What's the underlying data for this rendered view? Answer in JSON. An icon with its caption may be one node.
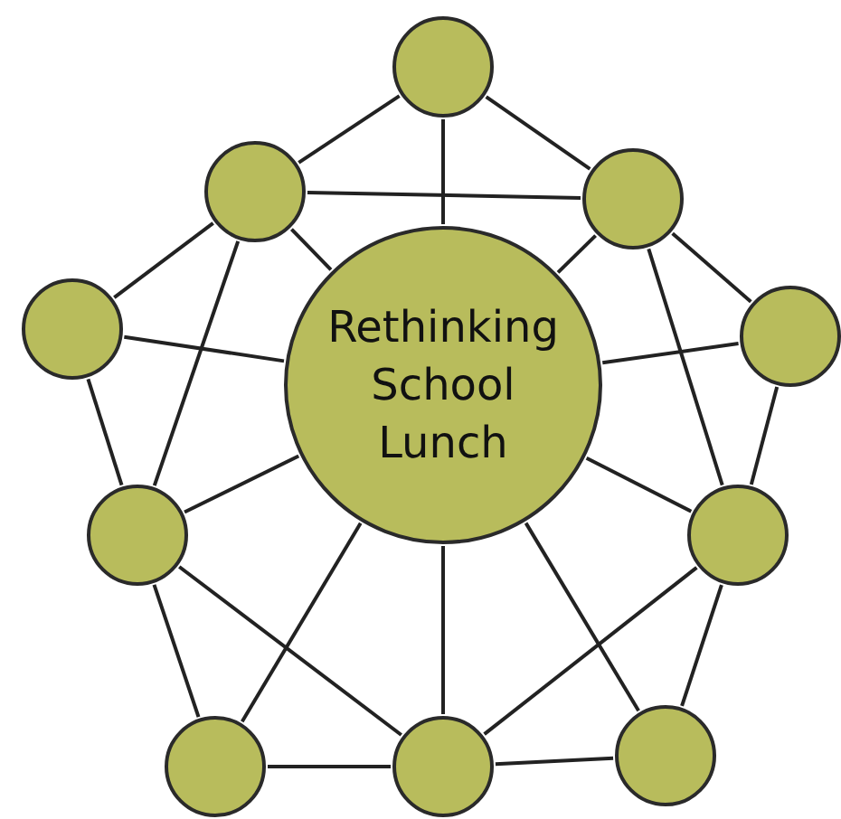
{
  "diagram": {
    "nodes": [
      {
        "text": [
          "Rethinking School Lunch"
        ]
      },
      {
        "text": [],
        "shape": "circle"
      },
      {
        "text": [],
        "shape": "circle"
      },
      {
        "text": [],
        "shape": "circle"
      },
      {
        "text": [],
        "shape": "circle"
      },
      {
        "text": [],
        "shape": "circle"
      },
      {
        "text": [],
        "shape": "circle"
      },
      {
        "text": [],
        "shape": "circle"
      },
      {
        "text": [],
        "shape": "circle"
      },
      {
        "text": [],
        "shape": "circle"
      },
      {
        "text": [],
        "shape": "circle"
      }
    ],
    "edges": [
      {
        "from": 1,
        "to": 2,
        "arrow": "none"
      },
      {
        "from": 1,
        "to": 3,
        "arrow": "none"
      },
      {
        "from": 1,
        "to": 0,
        "arrow": "none"
      },
      {
        "from": 2,
        "to": 3,
        "arrow": "none"
      },
      {
        "from": 2,
        "to": 4,
        "arrow": "none"
      },
      {
        "from": 2,
        "to": 6,
        "arrow": "none"
      },
      {
        "from": 2,
        "to": 0,
        "arrow": "none"
      },
      {
        "from": 3,
        "to": 0,
        "arrow": "none"
      },
      {
        "from": 3,
        "to": 5,
        "arrow": "none"
      },
      {
        "from": 3,
        "to": 7,
        "arrow": "none"
      },
      {
        "from": 4,
        "to": 0,
        "arrow": "none"
      },
      {
        "from": 4,
        "to": 6,
        "arrow": "none"
      },
      {
        "from": 5,
        "to": 0,
        "arrow": "none"
      },
      {
        "from": 5,
        "to": 7,
        "arrow": "none"
      },
      {
        "from": 6,
        "to": 0,
        "arrow": "none"
      },
      {
        "from": 6,
        "to": 8,
        "arrow": "none"
      },
      {
        "from": 6,
        "to": 9,
        "arrow": "none"
      },
      {
        "from": 7,
        "to": 0,
        "arrow": "none"
      },
      {
        "from": 7,
        "to": 10,
        "arrow": "none"
      },
      {
        "from": 7,
        "to": 9,
        "arrow": "none"
      },
      {
        "from": 0,
        "to": 8,
        "arrow": "none"
      },
      {
        "from": 0,
        "to": 9,
        "arrow": "none"
      },
      {
        "from": 0,
        "to": 10,
        "arrow": "none"
      },
      {
        "from": 8,
        "to": 9,
        "arrow": "none"
      },
      {
        "from": 9,
        "to": 10,
        "arrow": "none"
      }
    ]
  }
}
